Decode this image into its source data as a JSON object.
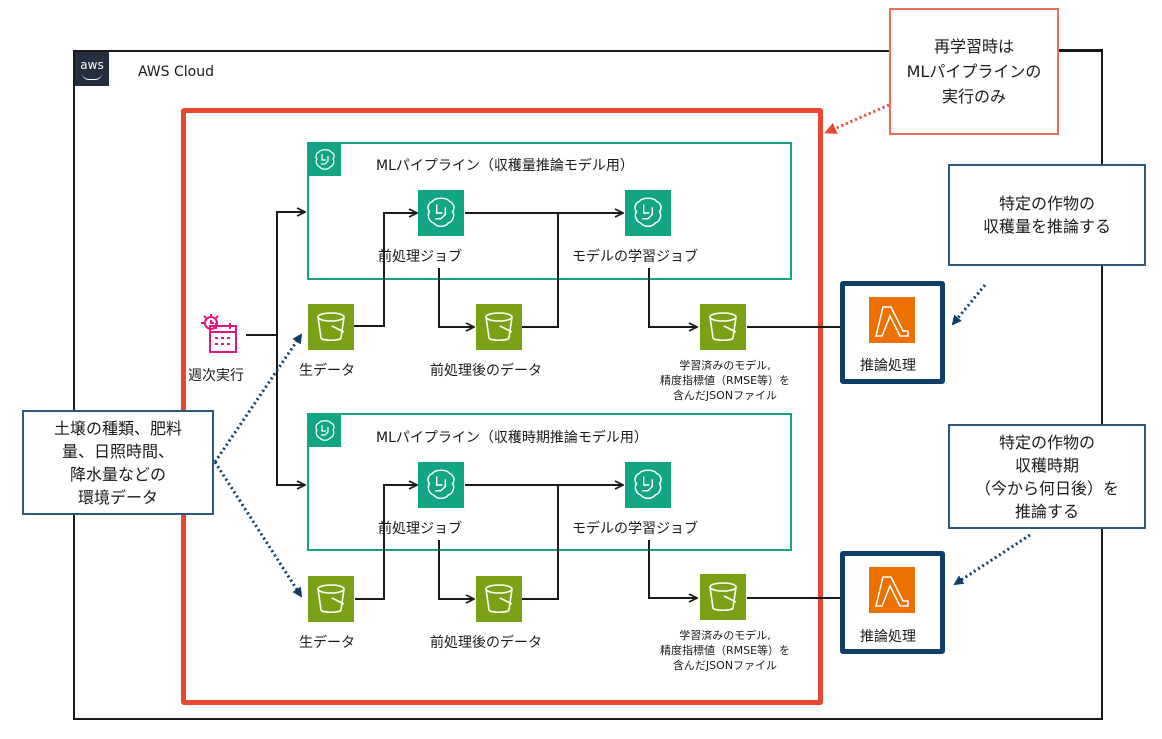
{
  "cloud": {
    "logo_text": "aws",
    "title": "AWS Cloud"
  },
  "colors": {
    "retrain_scope": "#e8472f",
    "pipeline": "#11a584",
    "sagemaker": "#11a584",
    "s3": "#7aa116",
    "lambda": "#ed7100",
    "lambda_frame": "#0f3f66",
    "scheduler": "#e7157b",
    "note_border": "#2c5a7e"
  },
  "scheduler": {
    "label": "週次実行",
    "icon": "calendar-clock-icon"
  },
  "pipelines": [
    {
      "title": "MLパイプライン（収穫量推論モデル用）",
      "preprocess_job": "前処理ジョブ",
      "training_job": "モデルの学習ジョブ",
      "raw_data": "生データ",
      "processed_data": "前処理後のデータ",
      "model_output": "学習済みのモデル,\n精度指標値（RMSE等）を\n含んだJSONファイル",
      "inference": "推論処理"
    },
    {
      "title": "MLパイプライン（収穫時期推論モデル用）",
      "preprocess_job": "前処理ジョブ",
      "training_job": "モデルの学習ジョブ",
      "raw_data": "生データ",
      "processed_data": "前処理後のデータ",
      "model_output": "学習済みのモデル,\n精度指標値（RMSE等）を\n含んだJSONファイル",
      "inference": "推論処理"
    }
  ],
  "notes": {
    "retrain": "再学習時は\nMLパイプラインの\n実行のみ",
    "environment_data": "土壌の種類、肥料\n量、日照時間、\n降水量などの\n環境データ",
    "yield_inference": "特定の作物の\n収穫量を推論する",
    "harvest_time_inference": "特定の作物の\n収穫時期\n（今から何日後）を\n推論する"
  }
}
